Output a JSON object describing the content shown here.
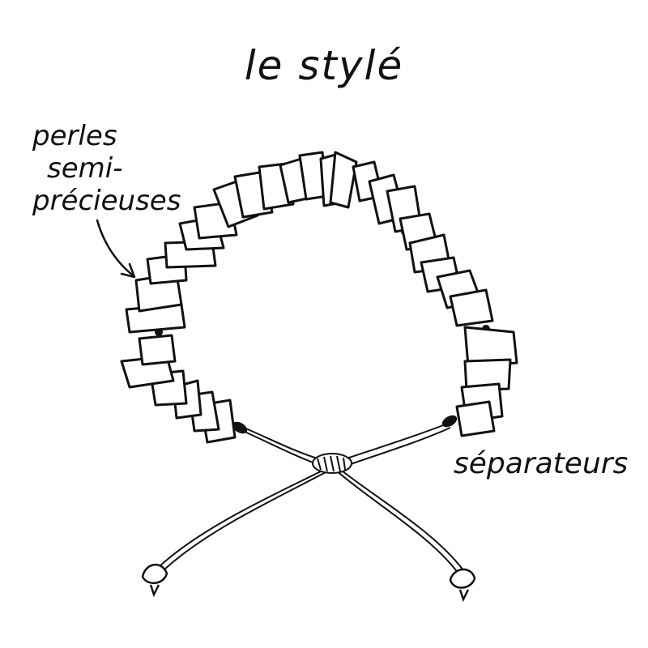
{
  "title": "le stylé",
  "labels": {
    "beads_line1": "perles",
    "beads_line2": "semi-",
    "beads_line3": "précieuses",
    "separators": "séparateurs"
  },
  "colors": {
    "ink": "#111111",
    "paper": "#ffffff"
  }
}
